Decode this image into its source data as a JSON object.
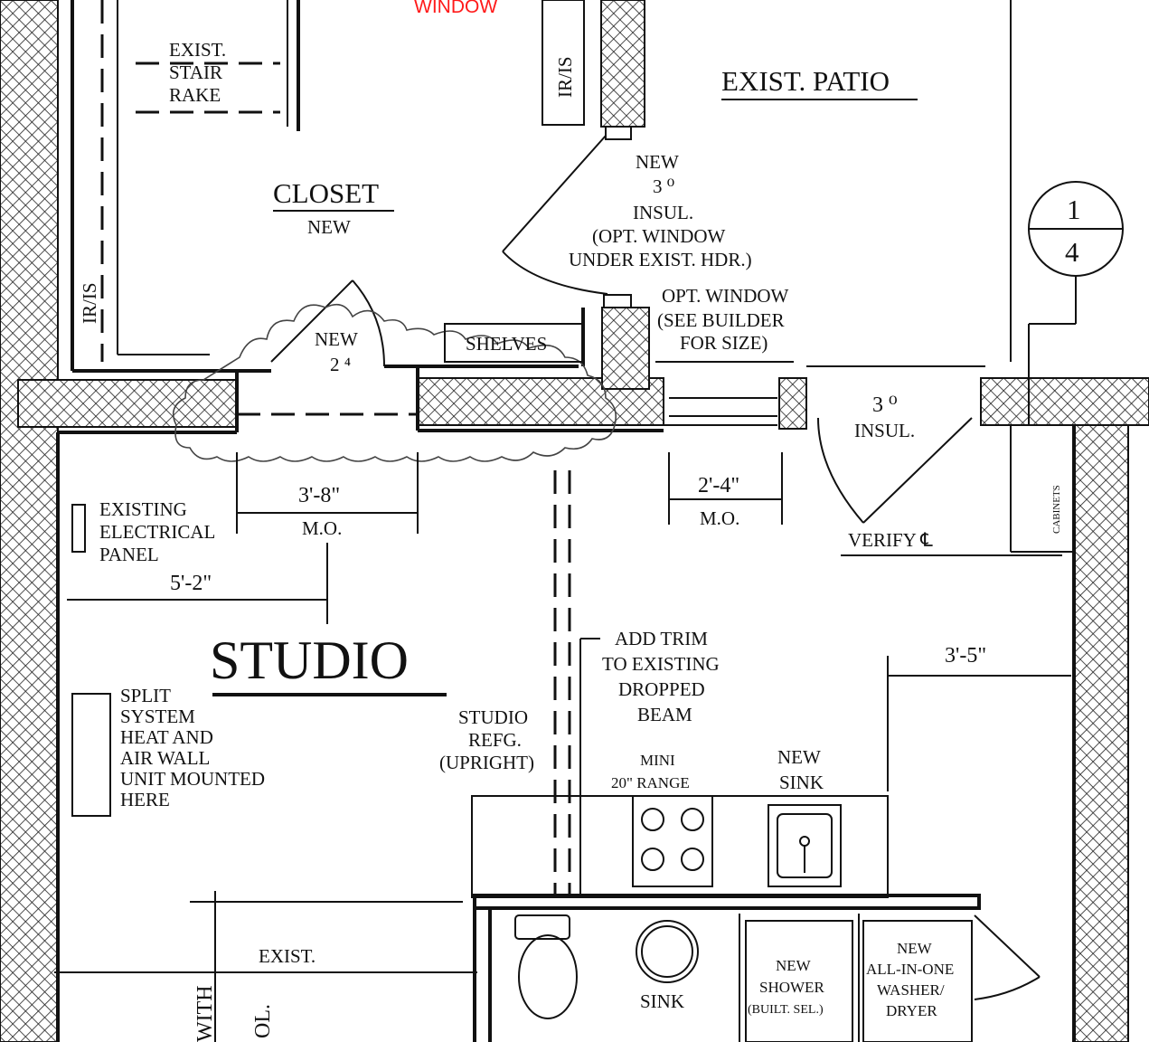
{
  "labels": {
    "window_top": "WINDOW",
    "exist_stair_1": "EXIST.",
    "exist_stair_2": "STAIR",
    "exist_stair_3": "RAKE",
    "ir_is_top": "IR/IS",
    "ir_is_left": "IR/IS",
    "exist_patio": "EXIST. PATIO",
    "closet": "CLOSET",
    "closet_new": "NEW",
    "door1_1": "NEW",
    "door1_2": "3 ⁰",
    "door1_3": "INSUL.",
    "door1_4": "(OPT. WINDOW",
    "door1_5": "UNDER EXIST. HDR.)",
    "detail_num": "1",
    "detail_sheet": "4",
    "opt_window_1": "OPT. WINDOW",
    "opt_window_2": "(SEE BUILDER",
    "opt_window_3": "FOR SIZE)",
    "closet_door_1": "NEW",
    "closet_door_2": "2 ⁴",
    "shelves": "SHELVES",
    "door2_1": "3 ⁰",
    "door2_2": "INSUL.",
    "cabinets": "CABINETS",
    "dim_3_8": "3'-8\"",
    "mo_1": "M.O.",
    "dim_2_4": "2'-4\"",
    "mo_2": "M.O.",
    "verify": "VERIFY ℄",
    "panel_1": "EXISTING",
    "panel_2": "ELECTRICAL",
    "panel_3": "PANEL",
    "dim_5_2": "5'-2\"",
    "studio": "STUDIO",
    "dim_3_5": "3'-5\"",
    "trim_1": "ADD TRIM",
    "trim_2": "TO EXISTING",
    "trim_3": "DROPPED",
    "trim_4": "BEAM",
    "split_1": "SPLIT",
    "split_2": "SYSTEM",
    "split_3": "HEAT AND",
    "split_4": "AIR WALL",
    "split_5": "UNIT MOUNTED",
    "split_6": "HERE",
    "refg_1": "STUDIO",
    "refg_2": "REFG.",
    "refg_3": "(UPRIGHT)",
    "range_1": "MINI",
    "range_2": "20\" RANGE",
    "sink_new_1": "NEW",
    "sink_new_2": "SINK",
    "exist_bottom": "EXIST.",
    "with_vertical": "WITH",
    "col_vertical": "OL.",
    "bath_sink": "SINK",
    "shower_1": "NEW",
    "shower_2": "SHOWER",
    "shower_3": "(BUILT. SEL.)",
    "wd_1": "NEW",
    "wd_2": "ALL-IN-ONE",
    "wd_3": "WASHER/",
    "wd_4": "DRYER"
  },
  "colors": {
    "line": "#111111",
    "accent_red": "#ff1a1a",
    "background": "#ffffff"
  }
}
